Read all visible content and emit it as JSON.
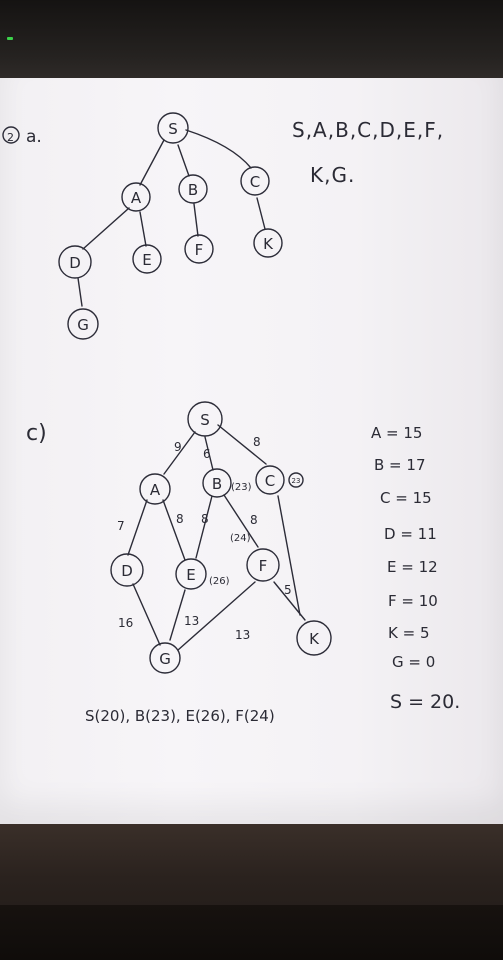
{
  "part_a": {
    "label": "a.",
    "tree_nodes": [
      "S",
      "A",
      "B",
      "C",
      "D",
      "E",
      "F",
      "K",
      "G"
    ],
    "visit_order_line1": "S,A,B,C,D,E,F,",
    "visit_order_line2": "K,G."
  },
  "part_c": {
    "label": "c)",
    "graph_nodes": [
      "S",
      "A",
      "B",
      "C",
      "D",
      "E",
      "F",
      "K",
      "G"
    ],
    "edge_labels": [
      "9",
      "6",
      "8",
      "7",
      "8",
      "8",
      "8",
      "16",
      "13",
      "13",
      "5"
    ],
    "node_annotations": [
      "(23)",
      "(24)",
      "(26)",
      "23"
    ],
    "heuristics": [
      "A = 15",
      "B = 17",
      "C = 15",
      "D = 11",
      "E = 12",
      "F = 10",
      "K = 5",
      "G = 0",
      "S = 20."
    ],
    "result": "S(20), B(23), E(26), F(24)"
  }
}
